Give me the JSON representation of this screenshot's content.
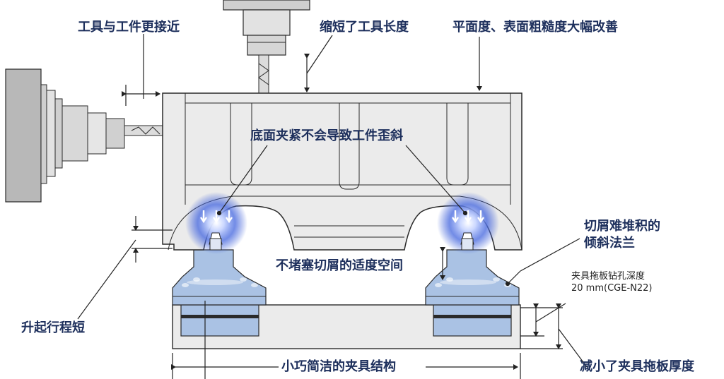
{
  "labels": {
    "tool_closer": "工具与工件更接近",
    "shorter_tool": "缩短了工具长度",
    "flatness": "平面度、表面粗糙度大幅改善",
    "bottom_clamp": "底面夹紧不会导致工件歪斜",
    "chip_flange_line1": "切屑难堆积的",
    "chip_flange_line2": "倾斜法兰",
    "no_clog": "不堵塞切屑的适度空间",
    "plate_depth_line1": "夹具拖板钻孔深度",
    "plate_depth_line2": "20 mm(CGE-N22)",
    "short_lift": "升起行程短",
    "compact": "小巧简洁的夹具结构",
    "thinner_plate": "减小了夹具拖板厚度"
  },
  "colors": {
    "label_text": "#1d2f5c",
    "part_fill": "#ebebeb",
    "part_stroke": "#2a2a2a",
    "clamp_blue": "#aac2e4",
    "glow_blue": "#3d5fd8",
    "machine_gray": "#b8b8b8"
  }
}
